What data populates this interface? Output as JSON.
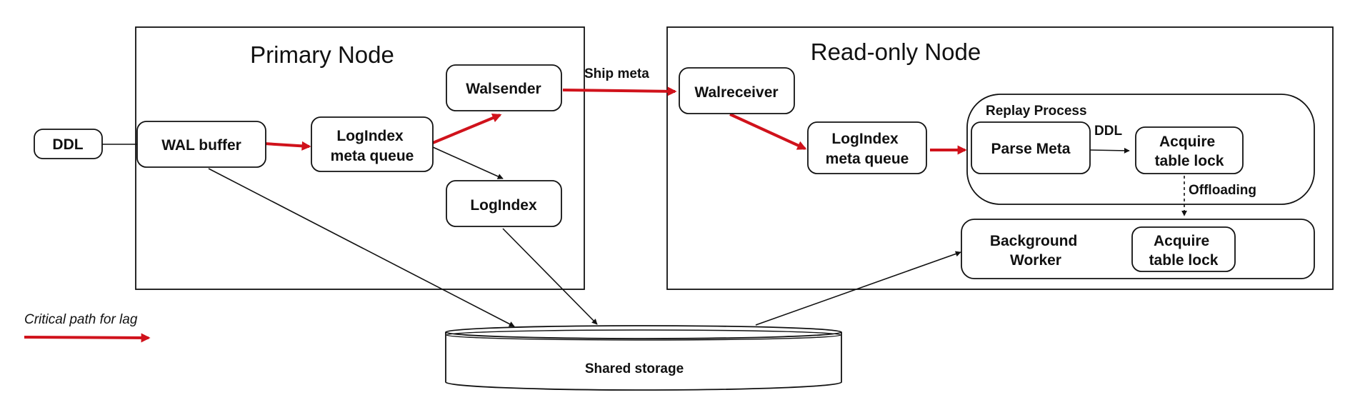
{
  "colors": {
    "critical_path": "#d0121b",
    "line": "#111111",
    "background": "#ffffff"
  },
  "primary_node": {
    "title": "Primary Node",
    "wal_buffer": "WAL buffer",
    "logindex_queue": [
      "LogIndex",
      "meta queue"
    ],
    "walsender": "Walsender",
    "logindex": "LogIndex"
  },
  "readonly_node": {
    "title": "Read-only Node",
    "walreceiver": "Walreceiver",
    "logindex_queue": [
      "LogIndex",
      "meta queue"
    ],
    "replay_process": {
      "title": "Replay Process",
      "parse_meta": "Parse Meta",
      "acquire_lock": [
        "Acquire",
        "table lock"
      ]
    },
    "background_worker": {
      "title": [
        "Background",
        "Worker"
      ],
      "acquire_lock": [
        "Acquire",
        "table lock"
      ]
    }
  },
  "ddl_input": "DDL",
  "edge_labels": {
    "ship_meta": "Ship meta",
    "ddl": "DDL",
    "offloading": "Offloading"
  },
  "shared_storage": "Shared storage",
  "legend": {
    "label": "Critical path for lag"
  }
}
